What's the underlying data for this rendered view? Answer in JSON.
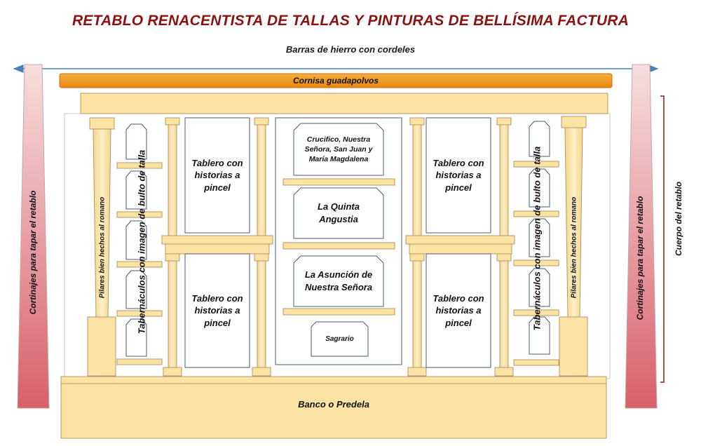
{
  "title": "RETABLO RENACENTISTA DE TALLAS Y PINTURAS DE BELLÍSIMA FACTURA",
  "labels": {
    "barras": "Barras de hierro con cordeles",
    "cornisa": "Cornisa guadapolvos",
    "tablero": "Tablero con historias a pincel",
    "crucifijo": "Crucifico, Nuestra Señora, San Juan y María Magdalena",
    "quinta": "La Quinta Angustia",
    "asuncion": "La Asunción de Nuestra Señora",
    "sagrario": "Sagrario",
    "pilares": "Pilares bien hechos al romano",
    "tabernaculos": "Tabernáculos con imagen de bulto de talla",
    "cortinajes": "Cortinajes para tapar el retablo",
    "cuerpo": "Cuerpo del retablo",
    "banco": "Banco o Predela"
  },
  "colors": {
    "title": "#8b1212",
    "wood": "#fbe3a3",
    "wood_stroke": "#b7956a",
    "cornice": "#f39a1c",
    "curtain_top": "#f6dede",
    "curtain_bottom": "#d8606a",
    "arrow": "#4f7fb8",
    "panel_stroke": "#4a5870"
  }
}
